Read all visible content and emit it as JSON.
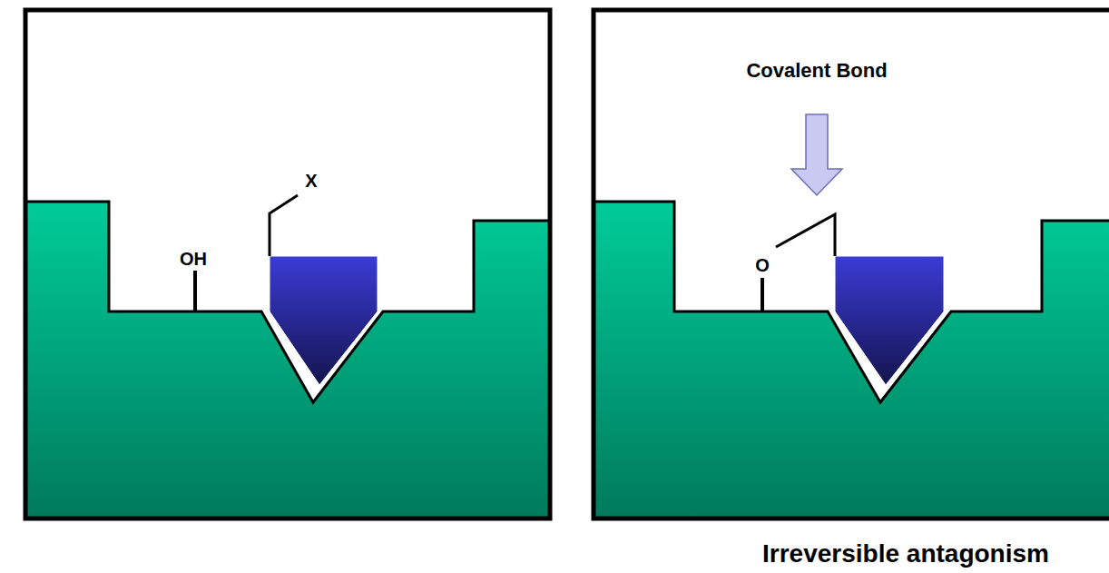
{
  "diagram": {
    "labels": [
      "X",
      "OH",
      "Covalent Bond",
      "O",
      "Irreversible antagonism"
    ]
  }
}
